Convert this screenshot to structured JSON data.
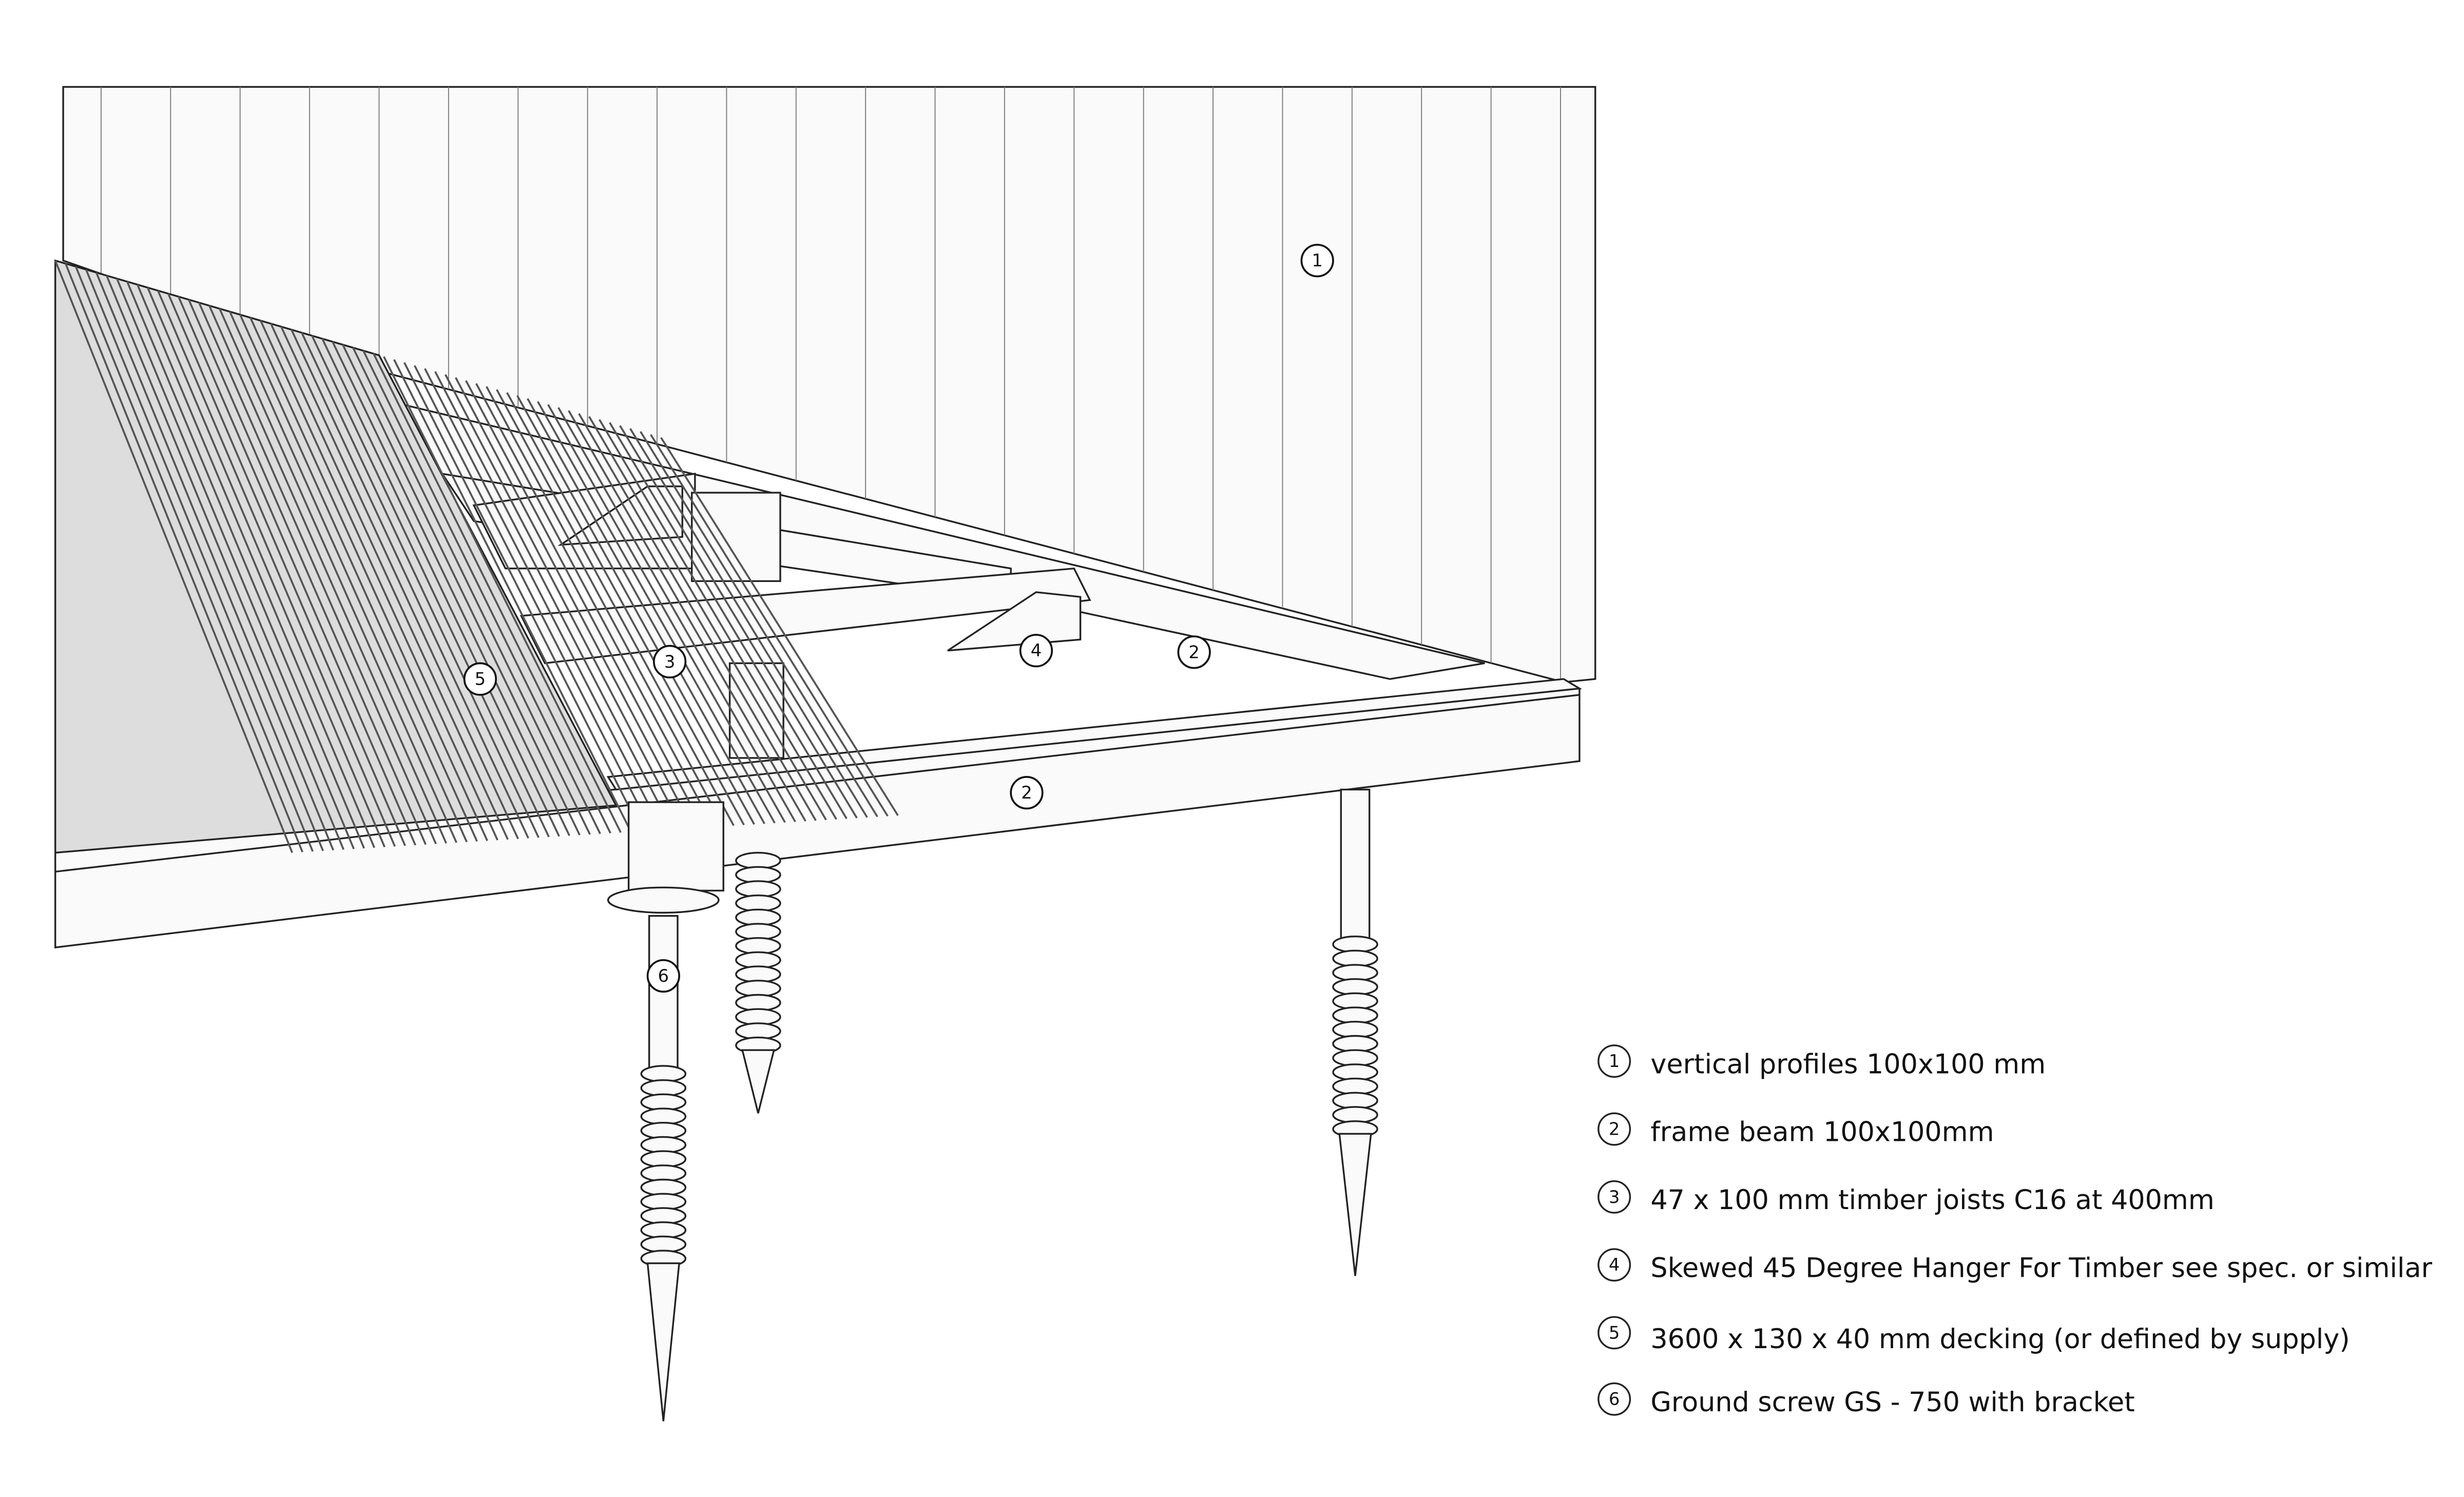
{
  "callouts": {
    "c1": "1",
    "c2a": "2",
    "c2b": "2",
    "c3": "3",
    "c4": "4",
    "c5": "5",
    "c6": "6"
  },
  "legend": [
    {
      "num": "1",
      "label": "vertical profiles 100x100 mm"
    },
    {
      "num": "2",
      "label": "frame beam 100x100mm"
    },
    {
      "num": "3",
      "label": "47 x 100 mm timber joists C16 at 400mm"
    },
    {
      "num": "4",
      "label": "Skewed 45 Degree Hanger For Timber see spec. or similar"
    },
    {
      "num": "5",
      "label": "3600 x 130 x 40 mm decking (or defined by supply)"
    },
    {
      "num": "6",
      "label": "Ground screw GS - 750 with bracket"
    }
  ]
}
